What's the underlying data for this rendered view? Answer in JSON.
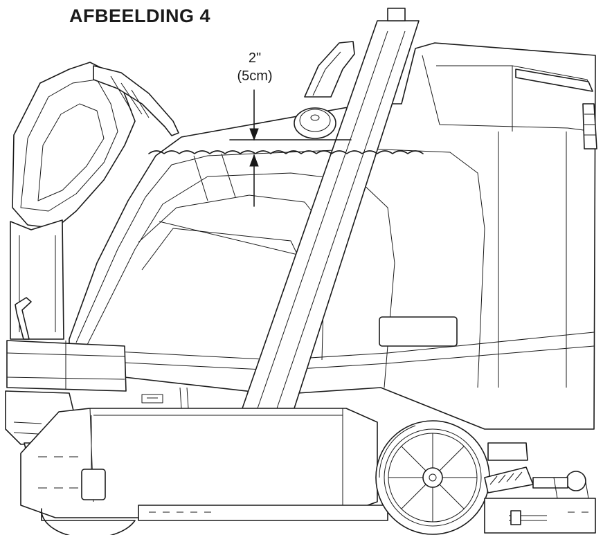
{
  "figure": {
    "title": "AFBEELDING 4",
    "dimension_inches": "2\"",
    "dimension_metric": "(5cm)"
  },
  "colors": {
    "line": "#1a1a1a",
    "background": "#ffffff"
  }
}
